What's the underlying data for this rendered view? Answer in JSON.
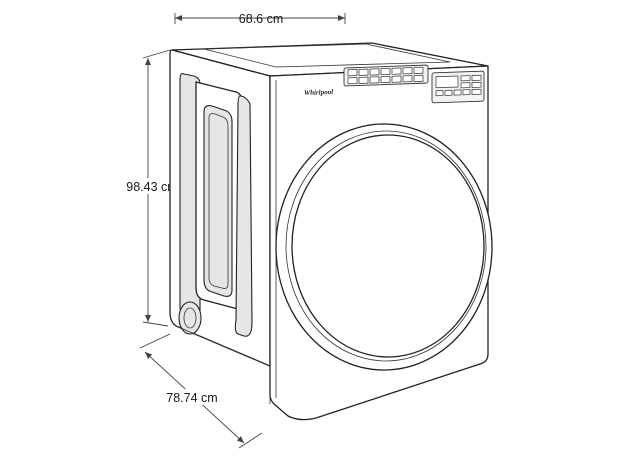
{
  "appliance": {
    "brand_logo_text": "Whirlpool"
  },
  "dimensions": {
    "width_label": "68.6 cm",
    "height_label": "98.43 cm",
    "depth_label": "78.74 cm"
  },
  "colors": {
    "outline": "#222222",
    "background": "#ffffff",
    "shade": "#e6e6e6"
  }
}
